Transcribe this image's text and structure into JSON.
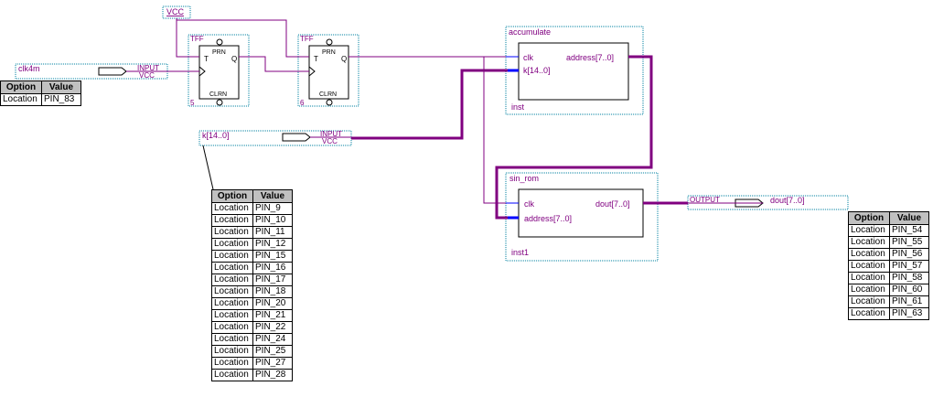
{
  "colors": {
    "wire": "#800080",
    "bus": "#800080",
    "block_border": "#000000",
    "dotted_border": "#0080a0",
    "label": "#800080",
    "blue": "#0000ff",
    "table_header": "#c0c0c0"
  },
  "vcc_label": "VCC",
  "pins": {
    "clk4m": {
      "name": "clk4m",
      "type": "INPUT",
      "default": "VCC"
    },
    "k": {
      "name": "k[14..0]",
      "type": "INPUT",
      "default": "VCC"
    },
    "dout": {
      "name": "dout[7..0]",
      "type": "OUTPUT"
    }
  },
  "tff1": {
    "title": "TFF",
    "t": "T",
    "q": "Q",
    "prn": "PRN",
    "clrn": "CLRN",
    "inst": "5"
  },
  "tff2": {
    "title": "TFF",
    "t": "T",
    "q": "Q",
    "prn": "PRN",
    "clrn": "CLRN",
    "inst": "6"
  },
  "accumulate": {
    "name": "accumulate",
    "in1": "clk",
    "in2": "k[14..0]",
    "out": "address[7..0]",
    "inst": "inst"
  },
  "sin_rom": {
    "name": "sin_rom",
    "in1": "clk",
    "in2": "address[7..0]",
    "out": "dout[7..0]",
    "inst": "inst1"
  },
  "tables": {
    "headers": [
      "Option",
      "Value"
    ],
    "clk4m": [
      [
        "Location",
        "PIN_83"
      ]
    ],
    "k": [
      [
        "Location",
        "PIN_9"
      ],
      [
        "Location",
        "PIN_10"
      ],
      [
        "Location",
        "PIN_11"
      ],
      [
        "Location",
        "PIN_12"
      ],
      [
        "Location",
        "PIN_15"
      ],
      [
        "Location",
        "PIN_16"
      ],
      [
        "Location",
        "PIN_17"
      ],
      [
        "Location",
        "PIN_18"
      ],
      [
        "Location",
        "PIN_20"
      ],
      [
        "Location",
        "PIN_21"
      ],
      [
        "Location",
        "PIN_22"
      ],
      [
        "Location",
        "PIN_24"
      ],
      [
        "Location",
        "PIN_25"
      ],
      [
        "Location",
        "PIN_27"
      ],
      [
        "Location",
        "PIN_28"
      ]
    ],
    "dout": [
      [
        "Location",
        "PIN_54"
      ],
      [
        "Location",
        "PIN_55"
      ],
      [
        "Location",
        "PIN_56"
      ],
      [
        "Location",
        "PIN_57"
      ],
      [
        "Location",
        "PIN_58"
      ],
      [
        "Location",
        "PIN_60"
      ],
      [
        "Location",
        "PIN_61"
      ],
      [
        "Location",
        "PIN_63"
      ]
    ]
  }
}
